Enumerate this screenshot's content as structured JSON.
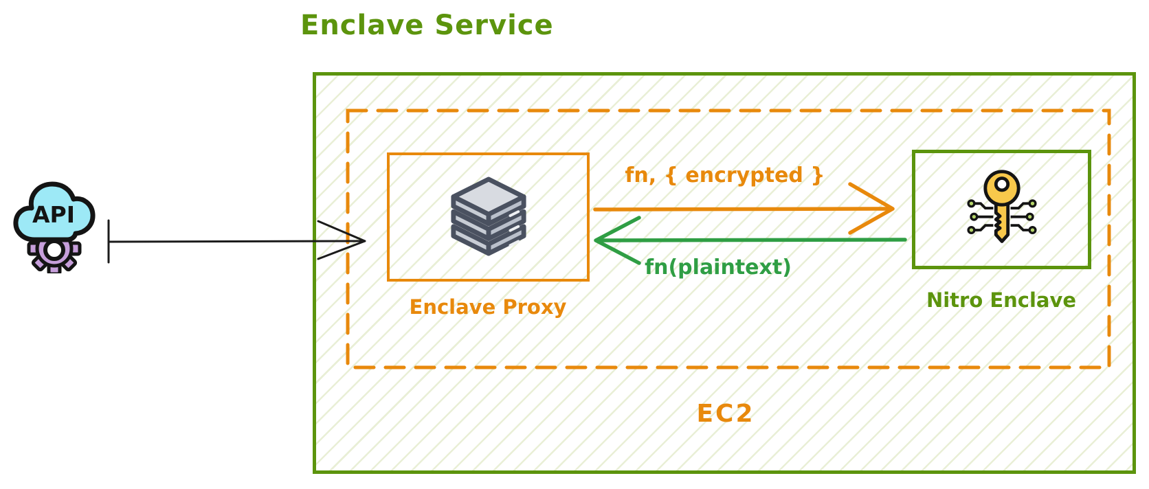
{
  "title": "Enclave Service",
  "api_node": {
    "label": "API",
    "icon": "api-cloud-gear-icon"
  },
  "ec2_box": {
    "label": "EC2"
  },
  "proxy_node": {
    "label": "Enclave Proxy",
    "icon": "server-stack-icon"
  },
  "nitro_node": {
    "label": "Nitro Enclave",
    "icon": "circuit-key-icon"
  },
  "flow": {
    "request_label": "fn, { encrypted }",
    "response_label": "fn(plaintext)",
    "request_from": "Enclave Proxy",
    "request_to": "Nitro Enclave",
    "response_from": "Nitro Enclave",
    "response_to": "Enclave Proxy",
    "ingress_from": "API",
    "ingress_to": "Enclave Proxy"
  },
  "colors": {
    "green_primary": "#5c940d",
    "green_arrow": "#2f9e44",
    "orange": "#e8890c",
    "black": "#1b1b1b",
    "hatch": "#e9efd6",
    "cloud_cyan": "#9de9f6",
    "gear_purple": "#c79fdb",
    "key_gold": "#f8c84b",
    "server_dark": "#4a5160",
    "server_light": "#d3d7de"
  }
}
